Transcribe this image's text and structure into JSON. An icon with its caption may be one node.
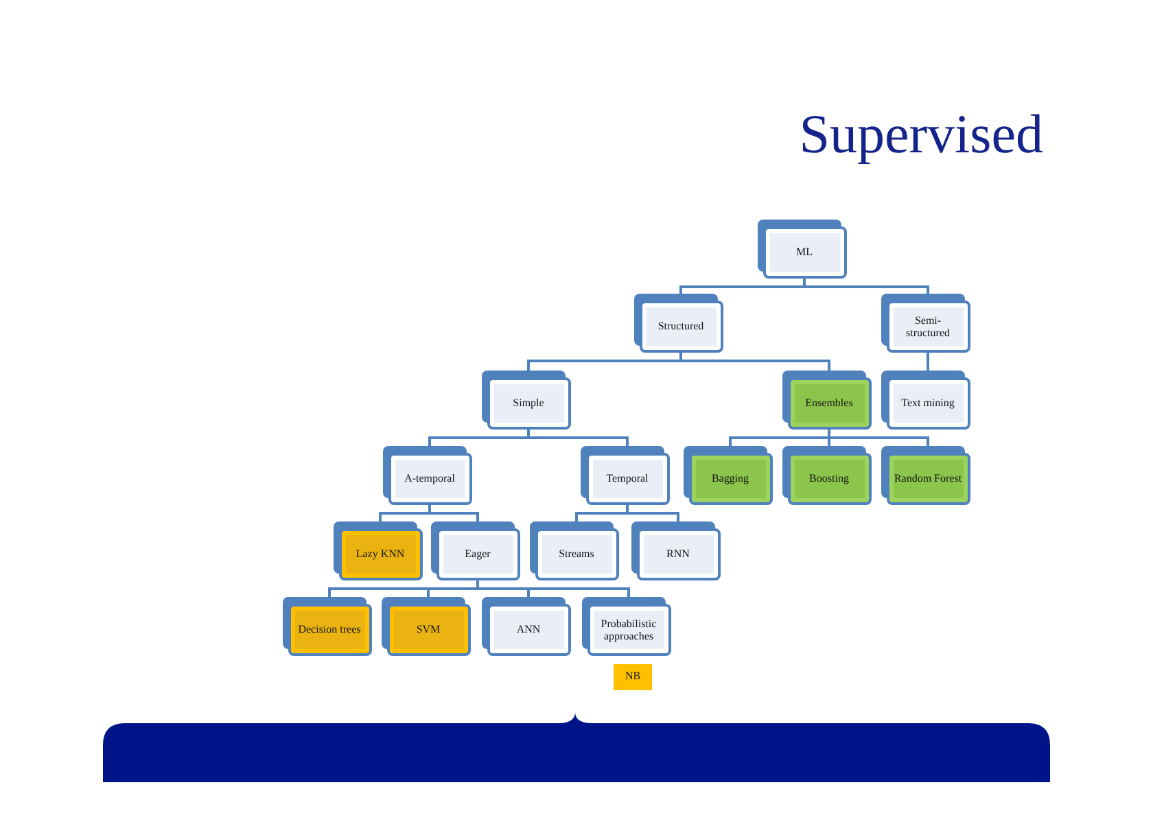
{
  "diagram": {
    "title": "Supervised",
    "nodes": [
      {
        "text": [
          "ML"
        ]
      },
      {
        "text": [
          "Structured"
        ]
      },
      {
        "text": [
          "Semi-structured"
        ]
      },
      {
        "text": [
          "Simple"
        ]
      },
      {
        "text": [
          "Ensembles"
        ]
      },
      {
        "text": [
          "Text mining"
        ]
      },
      {
        "text": [
          "A-temporal"
        ]
      },
      {
        "text": [
          "Temporal"
        ]
      },
      {
        "text": [
          "Bagging"
        ]
      },
      {
        "text": [
          "Boosting"
        ]
      },
      {
        "text": [
          "Random Forest"
        ]
      },
      {
        "text": [
          "Lazy KNN"
        ]
      },
      {
        "text": [
          "Eager"
        ]
      },
      {
        "text": [
          "Streams"
        ]
      },
      {
        "text": [
          "RNN"
        ]
      },
      {
        "text": [
          "Decision trees"
        ]
      },
      {
        "text": [
          "SVM"
        ]
      },
      {
        "text": [
          "ANN"
        ]
      },
      {
        "text": [
          "Probabilistic approaches"
        ]
      },
      {
        "text": [
          "NB"
        ]
      }
    ],
    "edges": [
      {
        "from": 0,
        "to": 1,
        "arrow": "none"
      },
      {
        "from": 0,
        "to": 2,
        "arrow": "none"
      },
      {
        "from": 1,
        "to": 3,
        "arrow": "none"
      },
      {
        "from": 1,
        "to": 4,
        "arrow": "none"
      },
      {
        "from": 2,
        "to": 5,
        "arrow": "none"
      },
      {
        "from": 3,
        "to": 6,
        "arrow": "none"
      },
      {
        "from": 3,
        "to": 7,
        "arrow": "none"
      },
      {
        "from": 4,
        "to": 8,
        "arrow": "none"
      },
      {
        "from": 4,
        "to": 9,
        "arrow": "none"
      },
      {
        "from": 4,
        "to": 10,
        "arrow": "none"
      },
      {
        "from": 6,
        "to": 11,
        "arrow": "none"
      },
      {
        "from": 6,
        "to": 12,
        "arrow": "none"
      },
      {
        "from": 7,
        "to": 13,
        "arrow": "none"
      },
      {
        "from": 7,
        "to": 14,
        "arrow": "none"
      },
      {
        "from": 12,
        "to": 15,
        "arrow": "none"
      },
      {
        "from": 12,
        "to": 16,
        "arrow": "none"
      },
      {
        "from": 12,
        "to": 17,
        "arrow": "none"
      },
      {
        "from": 12,
        "to": 18,
        "arrow": "none"
      }
    ]
  }
}
